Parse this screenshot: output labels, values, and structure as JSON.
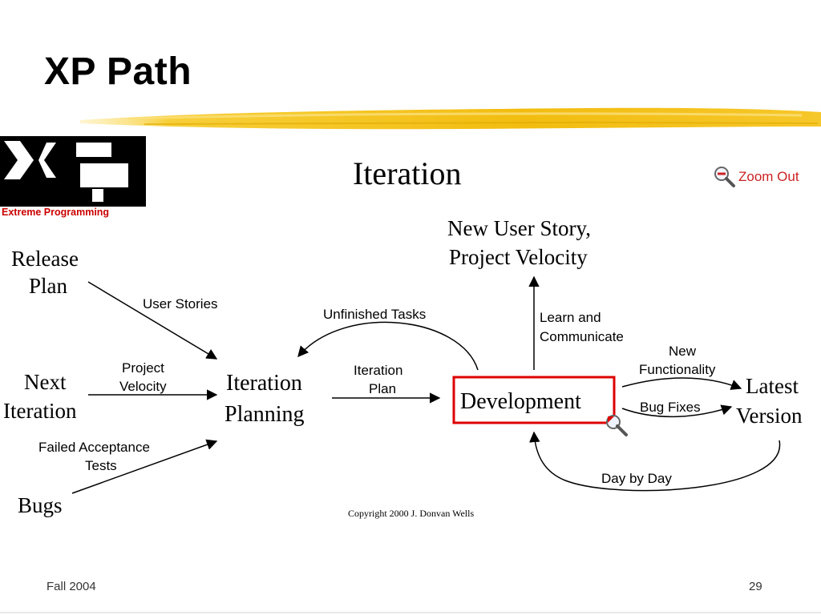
{
  "slide": {
    "title": "XP Path",
    "footer_left": "Fall 2004",
    "page_number": "29"
  },
  "logo": {
    "mark": "XP",
    "caption": "Extreme Programming",
    "caption_color": "#cc0000"
  },
  "diagram": {
    "title": "Iteration",
    "zoom_out_label": "Zoom Out",
    "nodes": {
      "release_plan": [
        "Release",
        "Plan"
      ],
      "next_iteration": [
        "Next",
        "Iteration"
      ],
      "bugs": "Bugs",
      "iteration_planning": [
        "Iteration",
        "Planning"
      ],
      "development": "Development",
      "new_user_story": [
        "New User Story,",
        "Project Velocity"
      ],
      "latest_version": [
        "Latest",
        "Version"
      ]
    },
    "edge_labels": {
      "user_stories": "User Stories",
      "project_velocity": [
        "Project",
        "Velocity"
      ],
      "failed_acceptance_tests": [
        "Failed Acceptance",
        "Tests"
      ],
      "unfinished_tasks": "Unfinished Tasks",
      "iteration_plan": [
        "Iteration",
        "Plan"
      ],
      "learn_and_communicate": [
        "Learn and",
        "Communicate"
      ],
      "new_functionality": [
        "New",
        "Functionality"
      ],
      "bug_fixes": "Bug Fixes",
      "day_by_day": "Day by Day"
    },
    "copyright": "Copyright 2000 J. Donvan Wells",
    "development_border_color": "#dd0000"
  },
  "colors": {
    "accent_yellow": "#f4c20d",
    "zoom_red": "#cc2222"
  },
  "icons": {
    "zoom_out": "magnifier-minus-icon",
    "zoom_in": "magnifier-plus-icon"
  }
}
